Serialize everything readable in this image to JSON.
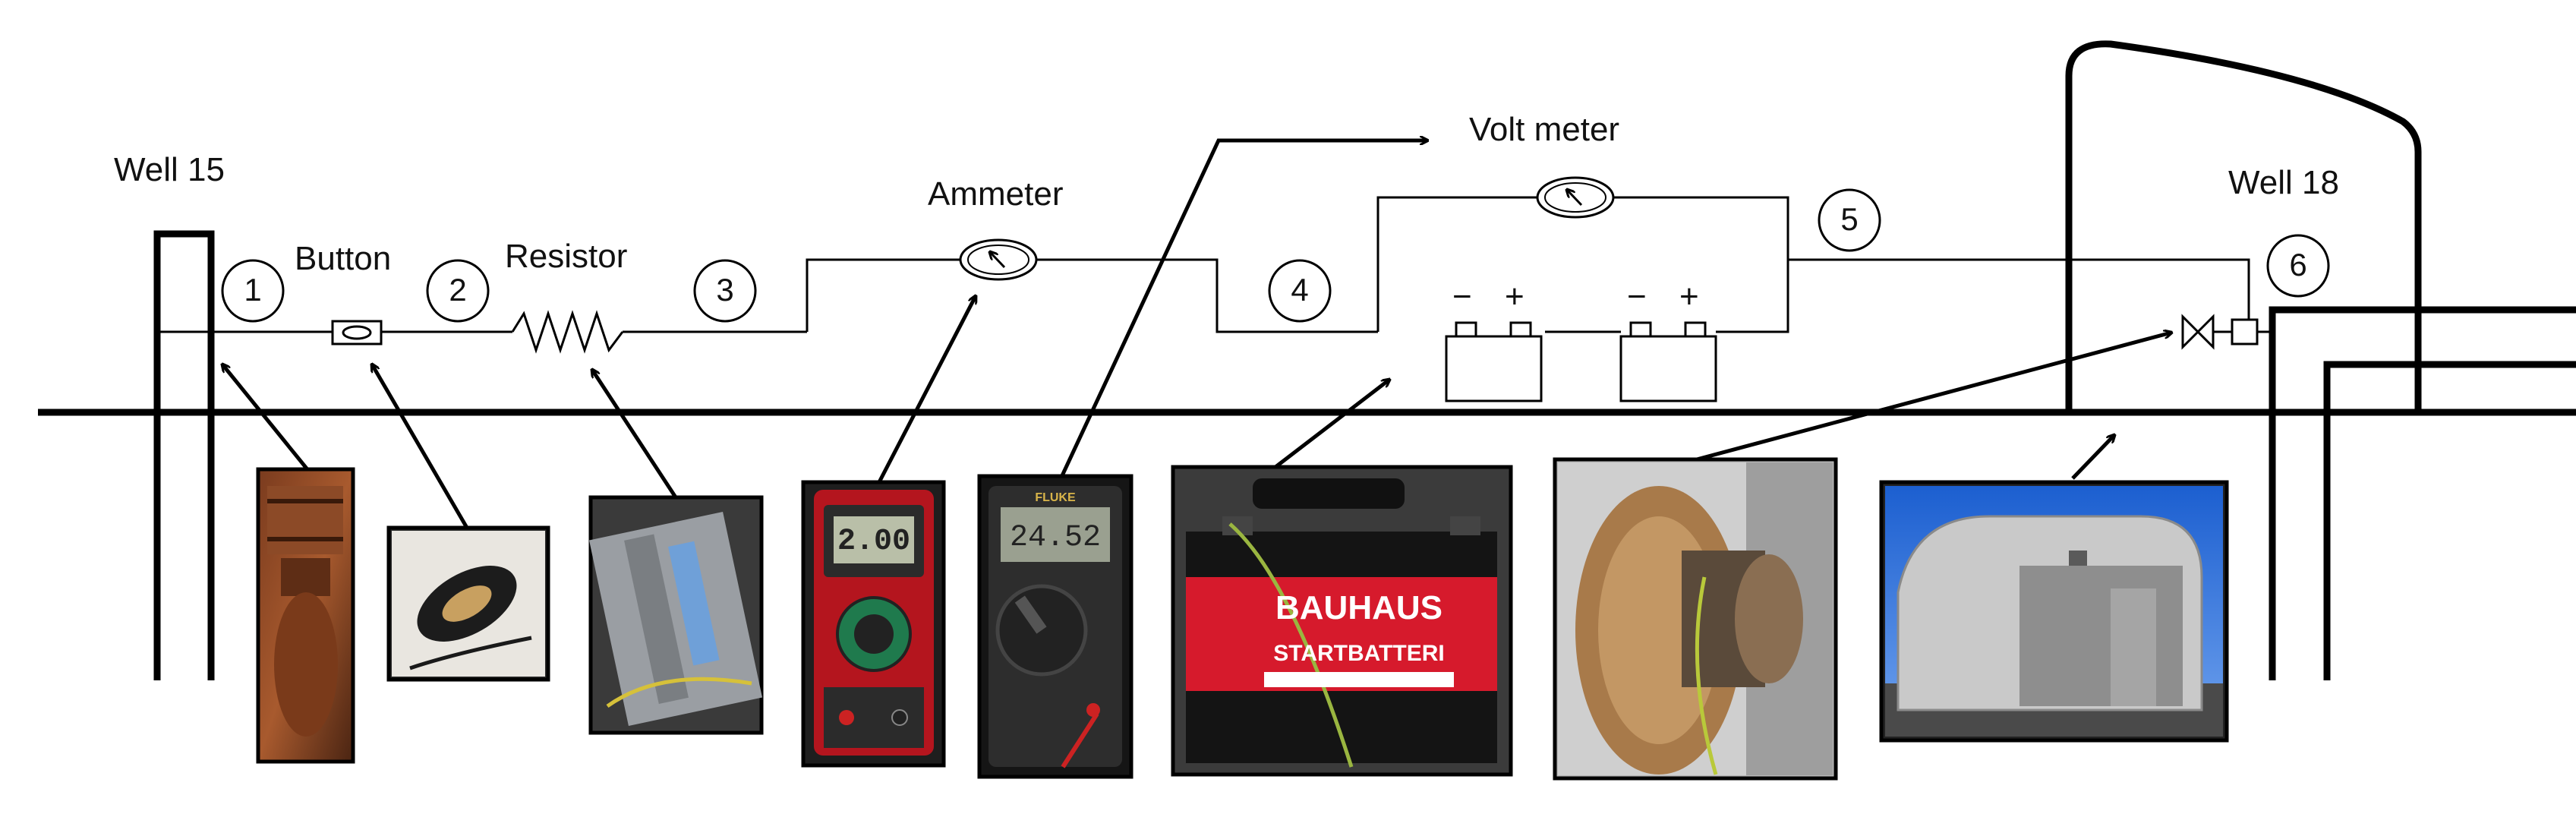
{
  "labels": {
    "well_left": "Well 15",
    "well_right": "Well 18",
    "button": "Button",
    "resistor": "Resistor",
    "ammeter": "Ammeter",
    "voltmeter": "Volt meter"
  },
  "node_numbers": [
    "1",
    "2",
    "3",
    "4",
    "5",
    "6"
  ],
  "battery_terminals": {
    "minus": "−",
    "plus": "+"
  },
  "photos": {
    "ammeter_display": "2.00",
    "voltmeter_brand": "FLUKE",
    "voltmeter_display": "24.52",
    "battery_brand": "BAUHAUS",
    "battery_type": "STARTBATTERI"
  }
}
